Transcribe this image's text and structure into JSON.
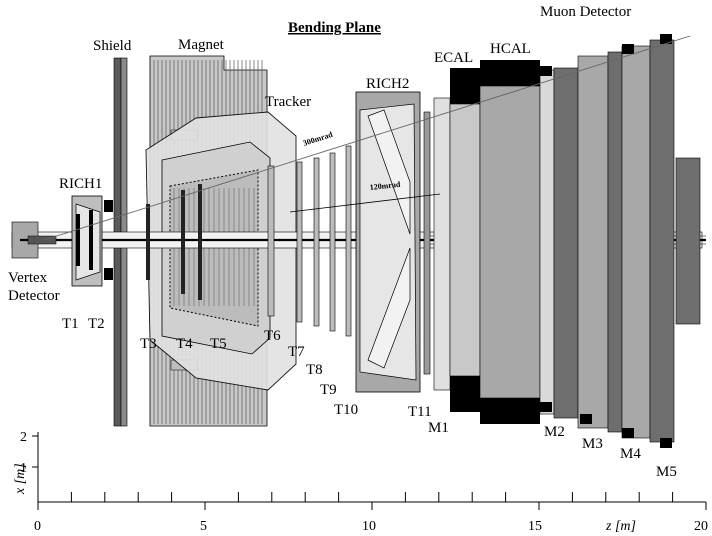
{
  "title": "Bending Plane",
  "labels": {
    "muon_detector": "Muon Detector",
    "shield": "Shield",
    "magnet": "Magnet",
    "tracker": "Tracker",
    "rich1": "RICH1",
    "rich2": "RICH2",
    "ecal": "ECAL",
    "hcal": "HCAL",
    "vertex_detector_line1": "Vertex",
    "vertex_detector_line2": "Detector",
    "angle_300": "300mrad",
    "angle_120": "120mrad"
  },
  "stations": {
    "t1": "T1",
    "t2": "T2",
    "t3": "T3",
    "t4": "T4",
    "t5": "T5",
    "t6": "T6",
    "t7": "T7",
    "t8": "T8",
    "t9": "T9",
    "t10": "T10",
    "t11": "T11",
    "m1": "M1",
    "m2": "M2",
    "m3": "M3",
    "m4": "M4",
    "m5": "M5"
  },
  "axes": {
    "z_label": "z [m]",
    "x_label": "x [m]",
    "z_ticks": [
      "0",
      "5",
      "10",
      "15",
      "20"
    ],
    "x_ticks": [
      "2",
      "1"
    ]
  },
  "colors": {
    "light_gray": "#dcdcdc",
    "mid_gray": "#a8a8a8",
    "dark_gray": "#6e6e6e",
    "black": "#000000"
  }
}
